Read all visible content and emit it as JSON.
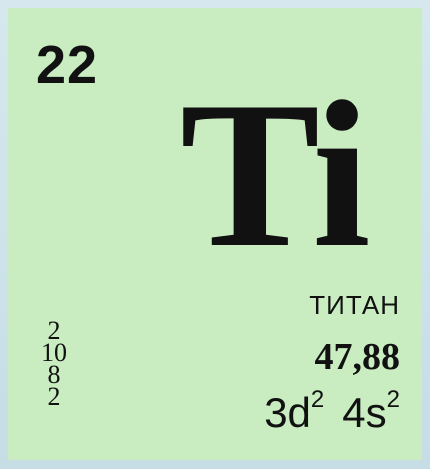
{
  "element": {
    "atomic_number": "22",
    "symbol": "Ti",
    "name": "ТИТАН",
    "atomic_mass": "47,88",
    "configuration": [
      {
        "orbital": "3d",
        "electrons": "2"
      },
      {
        "orbital": "4s",
        "electrons": "2"
      }
    ],
    "shells": [
      "2",
      "10",
      "8",
      "2"
    ]
  },
  "colors": {
    "tile_background": "#c9ecc1",
    "page_background": "#cfe3ea",
    "text": "#111111"
  }
}
